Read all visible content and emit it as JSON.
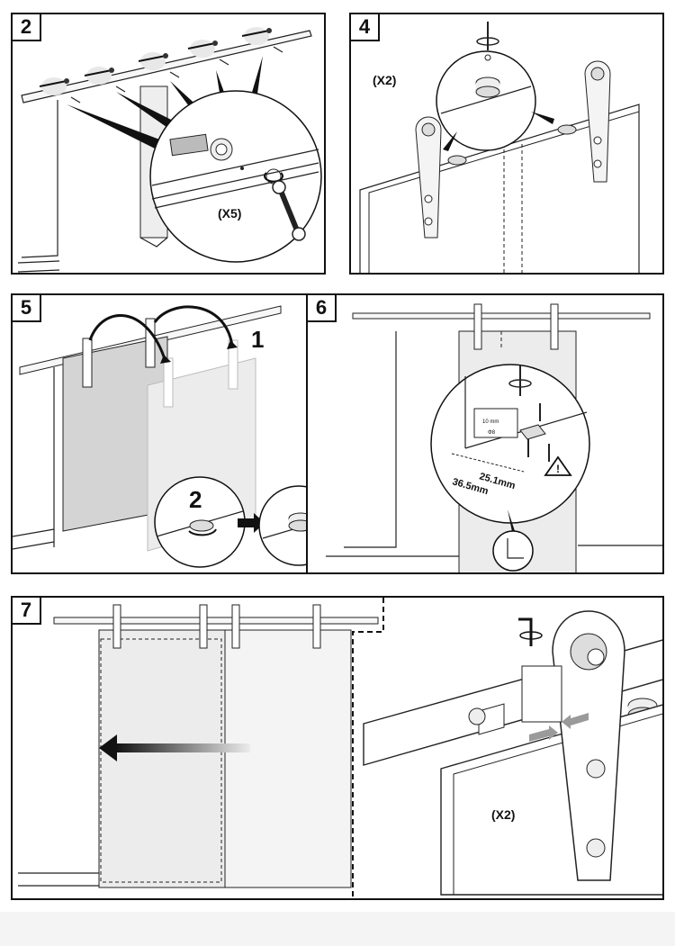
{
  "panels": [
    {
      "step": "2",
      "callout": "(X5)"
    },
    {
      "step": "4",
      "callout": "(X2)"
    },
    {
      "step": "5",
      "callout_1": "1",
      "callout_2": "2"
    },
    {
      "step": "6",
      "dim_1": "25.1mm",
      "dim_2": "36.5mm",
      "drill_note": "10 mm",
      "drill_note_2": "Φ8"
    },
    {
      "step": "7",
      "callout": "(X2)"
    }
  ],
  "colors": {
    "line": "#111111",
    "panel_bg": "#ffffff",
    "door_gray": "#d4d4d4",
    "door_light": "#ececec",
    "arrow_gray": "#9a9a9a"
  },
  "icons": [
    "wrench-icon",
    "allen-key-icon",
    "screwdriver-icon",
    "warning-triangle-icon",
    "arrow-right-icon",
    "arrow-left-icon",
    "rotate-arrow-icon"
  ]
}
